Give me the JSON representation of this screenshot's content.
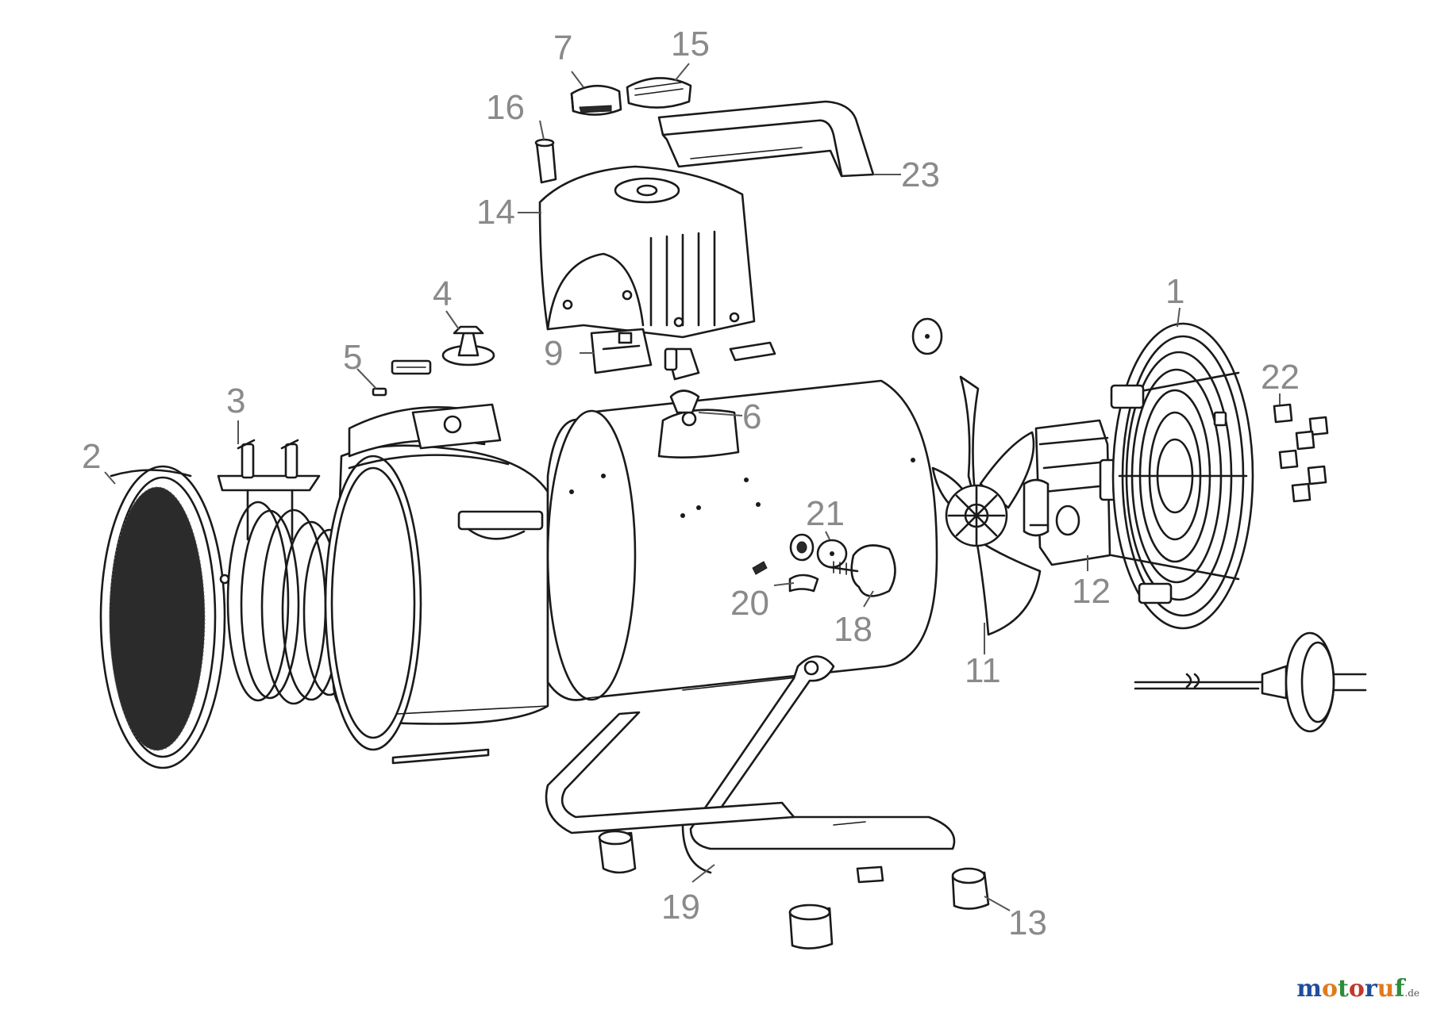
{
  "diagram": {
    "callouts": [
      {
        "id": "1",
        "label": "1"
      },
      {
        "id": "2",
        "label": "2"
      },
      {
        "id": "3",
        "label": "3"
      },
      {
        "id": "4",
        "label": "4"
      },
      {
        "id": "5",
        "label": "5"
      },
      {
        "id": "6",
        "label": "6"
      },
      {
        "id": "7",
        "label": "7"
      },
      {
        "id": "9",
        "label": "9"
      },
      {
        "id": "11",
        "label": "11"
      },
      {
        "id": "12",
        "label": "12"
      },
      {
        "id": "13",
        "label": "13"
      },
      {
        "id": "14",
        "label": "14"
      },
      {
        "id": "15",
        "label": "15"
      },
      {
        "id": "16",
        "label": "16"
      },
      {
        "id": "18",
        "label": "18"
      },
      {
        "id": "19",
        "label": "19"
      },
      {
        "id": "20",
        "label": "20"
      },
      {
        "id": "21",
        "label": "21"
      },
      {
        "id": "22",
        "label": "22"
      },
      {
        "id": "23",
        "label": "23"
      }
    ],
    "label_color": "#8a8a8a",
    "line_color": "#1a1a1a"
  },
  "watermark": {
    "text_1": "m",
    "text_2": "o",
    "text_3": "t",
    "text_4": "o",
    "text_5": "r",
    "text_6": "u",
    "text_7": "f",
    "tld": ".de",
    "colors": [
      "#1f4e9c",
      "#e07a1f",
      "#2e8b3a",
      "#c0392b",
      "#1f4e9c",
      "#e07a1f",
      "#2e8b3a"
    ]
  }
}
